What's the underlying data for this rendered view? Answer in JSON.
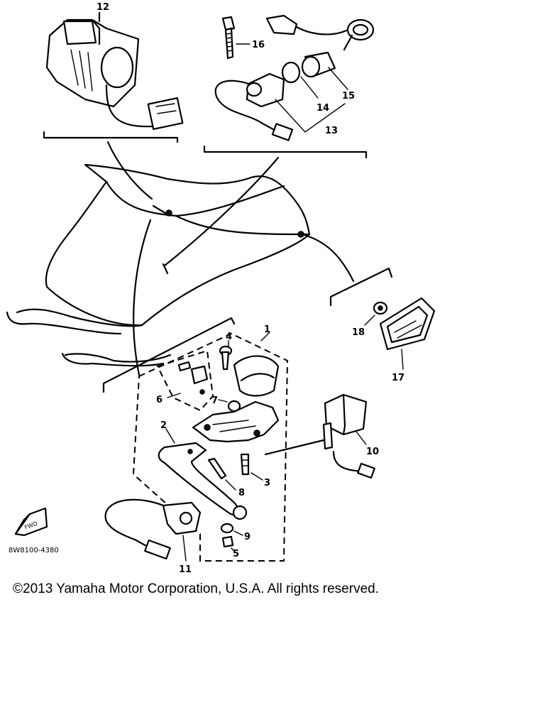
{
  "diagram": {
    "part_labels": {
      "p1": "1",
      "p2": "2",
      "p3": "3",
      "p4": "4",
      "p5": "5",
      "p6": "6",
      "p7": "7",
      "p8": "8",
      "p9": "9",
      "p10": "10",
      "p11": "11",
      "p12": "12",
      "p13": "13",
      "p14": "14",
      "p15": "15",
      "p16": "16",
      "p17": "17",
      "p18": "18"
    },
    "fwd_label": "FWD",
    "drawing_code": "8W8100-4380"
  },
  "footer": {
    "copyright": "©2013 Yamaha Motor Corporation, U.S.A. All rights reserved."
  }
}
